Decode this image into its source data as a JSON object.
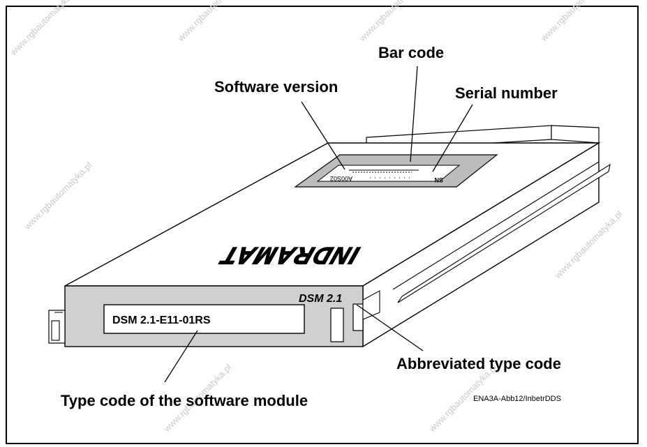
{
  "labels": {
    "bar_code": "Bar code",
    "software_version": "Software version",
    "serial_number": "Serial number",
    "abbreviated_type_code": "Abbreviated type code",
    "type_code_module": "Type code of the software module",
    "figure_id": "ENA3A-Abb12/InbetrDDS"
  },
  "module": {
    "front_type_code": "DSM 2.1-E11-01RS",
    "front_short_code": "DSM 2.1",
    "top_logo": "INDRAMAT",
    "sticker_version": "A00S02",
    "sticker_serial": "SN"
  },
  "watermark": "www.rgbautomatyka.pl",
  "colors": {
    "line": "#000000",
    "panel_gray": "#d0d0d0",
    "sticker_gray": "#bcbcbc"
  }
}
